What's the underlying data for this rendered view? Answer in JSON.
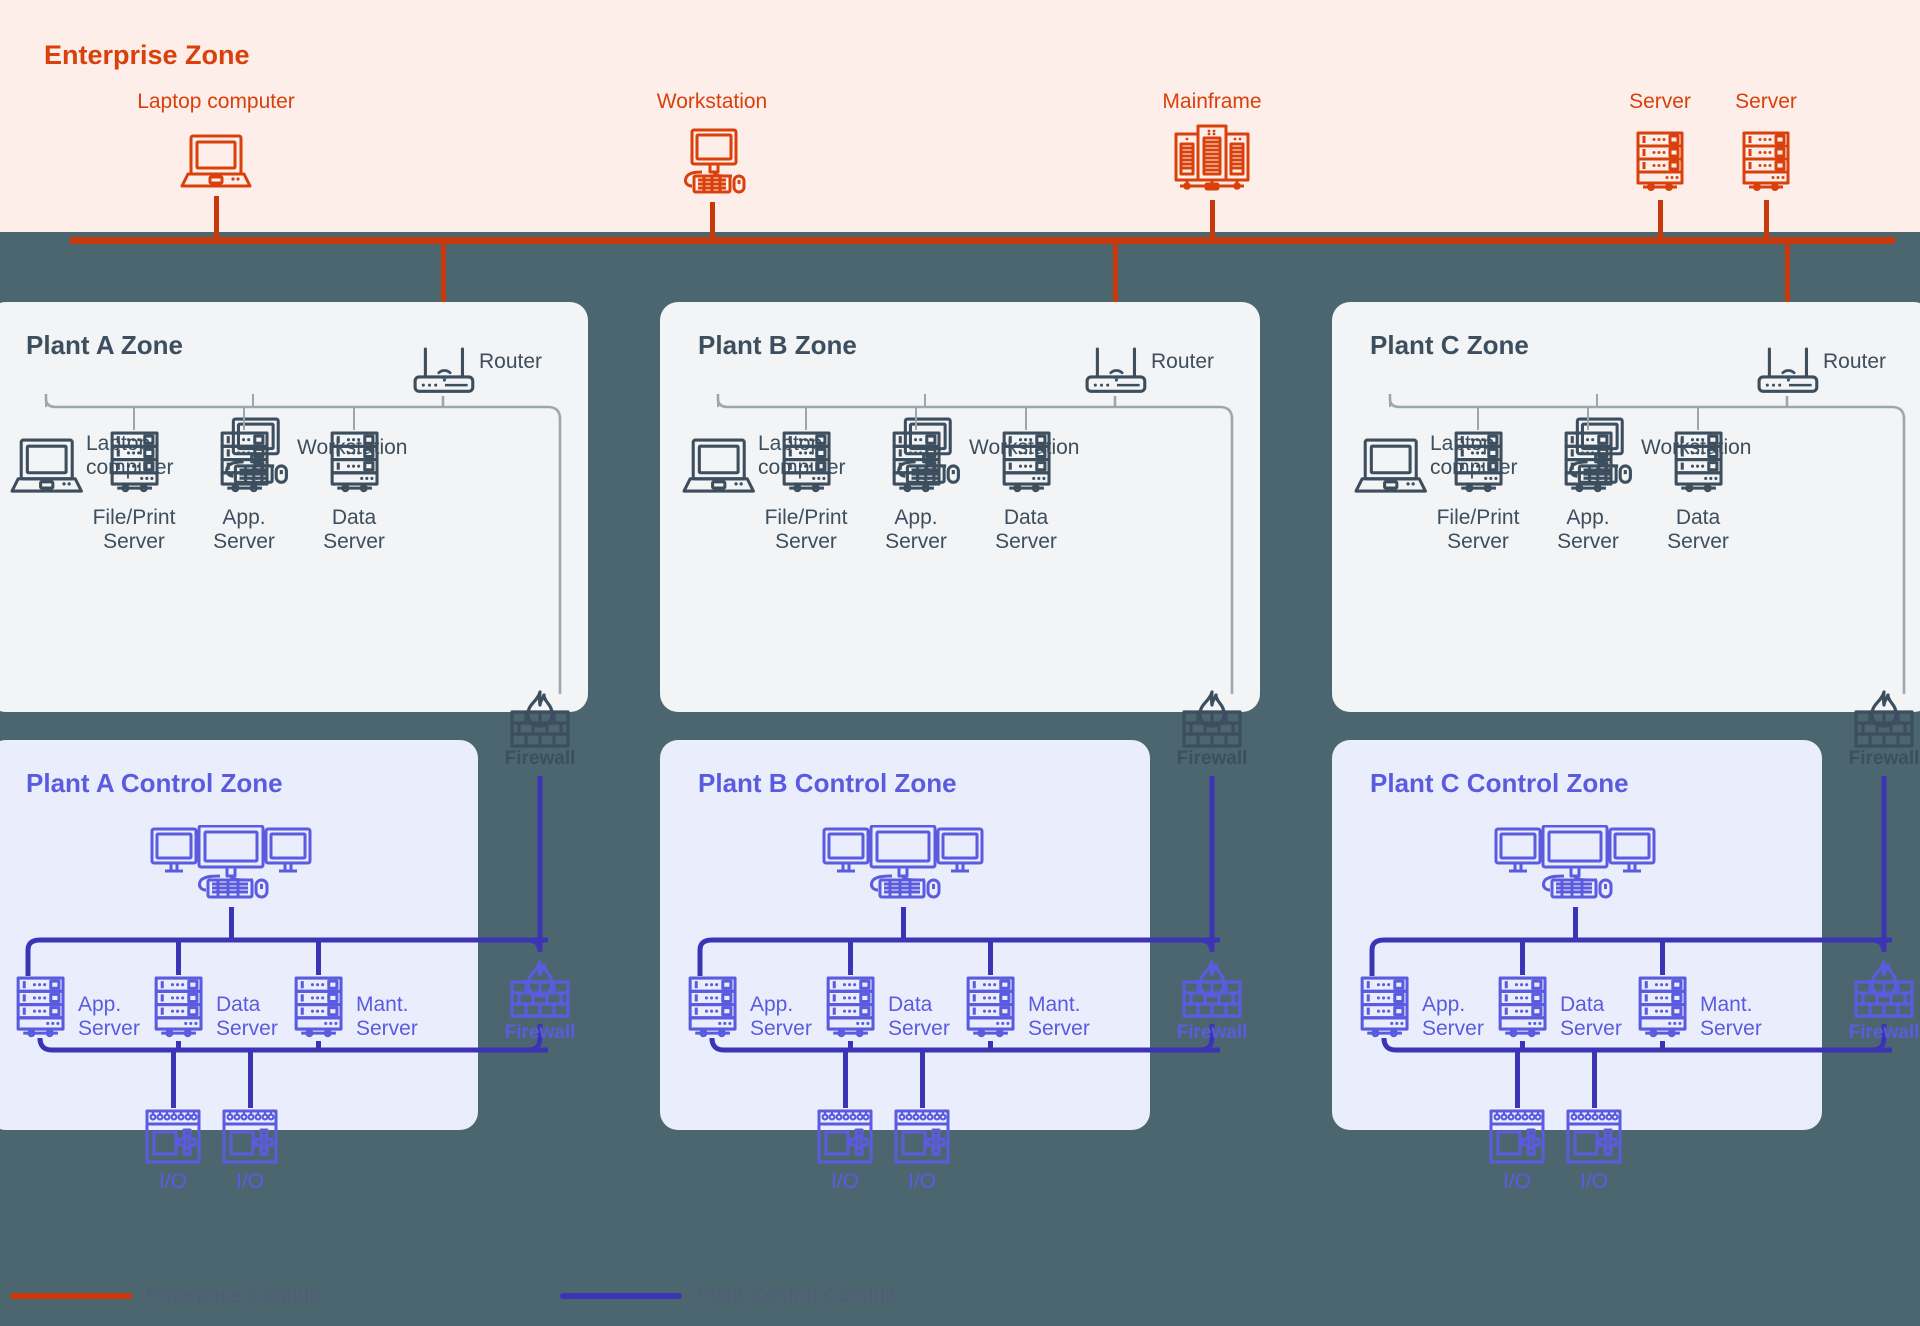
{
  "colors": {
    "page_background": "#4c6670",
    "enterprise_accent": "#d9400b",
    "enterprise_conduit": "#c7380a",
    "enterprise_zone_bg": "#fdeeea",
    "plant_zone_bg": "#f2f4f5",
    "plant_accent": "#3d4e5e",
    "plant_wire": "#9aa7b0",
    "control_zone_bg": "#eaeefc",
    "control_accent": "#5b5be0",
    "control_conduit": "#3b34b5"
  },
  "enterprise": {
    "title": "Enterprise Zone",
    "devices": [
      {
        "label": "Laptop computer",
        "icon": "laptop-icon"
      },
      {
        "label": "Workstation",
        "icon": "workstation-icon"
      },
      {
        "label": "Mainframe",
        "icon": "mainframe-icon"
      },
      {
        "label": "Server",
        "icon": "server-icon"
      },
      {
        "label": "Server",
        "icon": "server-icon"
      }
    ]
  },
  "plant_zones": [
    {
      "title": "Plant A Zone",
      "router": {
        "label": "Router",
        "icon": "router-icon"
      },
      "laptop": {
        "label": "Laptop\ncomputer",
        "icon": "laptop-icon"
      },
      "workstation": {
        "label": "Workstation",
        "icon": "workstation-icon"
      },
      "servers": [
        {
          "label": "File/Print\nServer",
          "icon": "server-icon"
        },
        {
          "label": "App.\nServer",
          "icon": "server-icon"
        },
        {
          "label": "Data\nServer",
          "icon": "server-icon"
        }
      ]
    },
    {
      "title": "Plant B Zone",
      "router": {
        "label": "Router",
        "icon": "router-icon"
      },
      "laptop": {
        "label": "Laptop\ncomputer",
        "icon": "laptop-icon"
      },
      "workstation": {
        "label": "Workstation",
        "icon": "workstation-icon"
      },
      "servers": [
        {
          "label": "File/Print\nServer",
          "icon": "server-icon"
        },
        {
          "label": "App.\nServer",
          "icon": "server-icon"
        },
        {
          "label": "Data\nServer",
          "icon": "server-icon"
        }
      ]
    },
    {
      "title": "Plant C Zone",
      "router": {
        "label": "Router",
        "icon": "router-icon"
      },
      "laptop": {
        "label": "Laptop\ncomputer",
        "icon": "laptop-icon"
      },
      "workstation": {
        "label": "Workstation",
        "icon": "workstation-icon"
      },
      "servers": [
        {
          "label": "File/Print\nServer",
          "icon": "server-icon"
        },
        {
          "label": "App.\nServer",
          "icon": "server-icon"
        },
        {
          "label": "Data\nServer",
          "icon": "server-icon"
        }
      ]
    }
  ],
  "control_zones": [
    {
      "title": "Plant A Control Zone",
      "hmi": {
        "icon": "multi-monitor-workstation-icon"
      },
      "servers": [
        {
          "label": "App.\nServer",
          "icon": "server-icon"
        },
        {
          "label": "Data\nServer",
          "icon": "server-icon"
        },
        {
          "label": "Mant.\nServer",
          "icon": "server-icon"
        }
      ],
      "io_devices": [
        {
          "label": "I/O",
          "icon": "io-module-icon"
        },
        {
          "label": "I/O",
          "icon": "io-module-icon"
        }
      ]
    },
    {
      "title": "Plant B Control Zone",
      "hmi": {
        "icon": "multi-monitor-workstation-icon"
      },
      "servers": [
        {
          "label": "App.\nServer",
          "icon": "server-icon"
        },
        {
          "label": "Data\nServer",
          "icon": "server-icon"
        },
        {
          "label": "Mant.\nServer",
          "icon": "server-icon"
        }
      ],
      "io_devices": [
        {
          "label": "I/O",
          "icon": "io-module-icon"
        },
        {
          "label": "I/O",
          "icon": "io-module-icon"
        }
      ]
    },
    {
      "title": "Plant C Control Zone",
      "hmi": {
        "icon": "multi-monitor-workstation-icon"
      },
      "servers": [
        {
          "label": "App.\nServer",
          "icon": "server-icon"
        },
        {
          "label": "Data\nServer",
          "icon": "server-icon"
        },
        {
          "label": "Mant.\nServer",
          "icon": "server-icon"
        }
      ],
      "io_devices": [
        {
          "label": "I/O",
          "icon": "io-module-icon"
        },
        {
          "label": "I/O",
          "icon": "io-module-icon"
        }
      ]
    }
  ],
  "firewalls": {
    "upper": [
      {
        "label": "Firewall",
        "icon": "firewall-icon"
      },
      {
        "label": "Firewall",
        "icon": "firewall-icon"
      },
      {
        "label": "Firewall",
        "icon": "firewall-icon"
      }
    ],
    "lower": [
      {
        "label": "Firewall",
        "icon": "firewall-icon"
      },
      {
        "label": "Firewall",
        "icon": "firewall-icon"
      },
      {
        "label": "Firewall",
        "icon": "firewall-icon"
      }
    ]
  },
  "legend": {
    "items": [
      {
        "label": "Enterprise Conduit",
        "color": "#c7380a"
      },
      {
        "label": "Plant Control Conduit",
        "color": "#3b34b5"
      }
    ]
  }
}
